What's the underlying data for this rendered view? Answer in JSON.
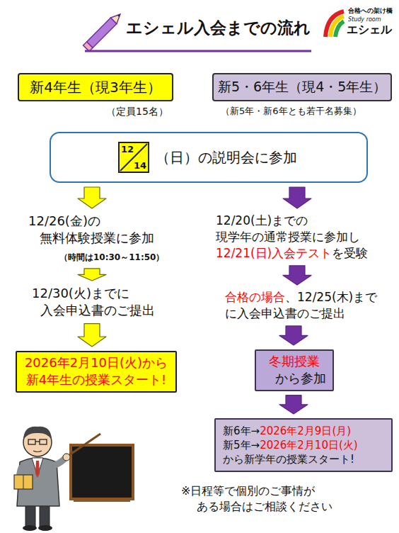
{
  "diagram": {
    "title": "エシェル入会までの流れ",
    "nodes": [
      {
        "text": [
          "新4年生（現3年生）"
        ]
      },
      {
        "text": [
          "新5・6年生（現4・5年生）"
        ]
      },
      {
        "text": [
          "（日）の説明会に参加"
        ]
      },
      {
        "text": [
          "12",
          "14"
        ],
        "in": 2
      },
      {
        "text": [
          "12/26(金)の 無料体験授業に参加",
          "（時間は10:30～11:50）"
        ]
      },
      {
        "text": [
          "12/30(火)までに 入会申込書のご提出"
        ]
      },
      {
        "text": [
          "2026年2月10日(火)から 新4年生の授業スタート!"
        ]
      },
      {
        "text": [
          "12/20(土)までの 現学年の通常授業に参加し",
          "12/21(日)入会テスト",
          "を受験"
        ]
      },
      {
        "text": [
          "合格の場合",
          "、12/25(木)まで に入会申込書のご提出"
        ]
      },
      {
        "text": [
          "冬期授業",
          "から参加"
        ]
      },
      {
        "text": [
          "新6年→",
          "2026年2月9日(月)",
          "新5年→",
          "2026年2月10日(火)",
          "から新学年の授業スタート!"
        ]
      }
    ],
    "edges": [
      {
        "from": 2,
        "to": 4,
        "arrow": "to"
      },
      {
        "from": 4,
        "to": 5,
        "arrow": "to"
      },
      {
        "from": 5,
        "to": 6,
        "arrow": "to"
      },
      {
        "from": 2,
        "to": 7,
        "arrow": "to"
      },
      {
        "from": 7,
        "to": 8,
        "arrow": "to"
      },
      {
        "from": 8,
        "to": 9,
        "arrow": "to"
      },
      {
        "from": 9,
        "to": 10,
        "arrow": "to"
      }
    ],
    "labels": [
      "（定員15名）",
      "（新5年・新6年とも若干名募集）",
      "※日程等で個別のご事情が ある場合はご相談ください",
      "合格への架け橋",
      "Study room",
      "エシェル"
    ]
  }
}
